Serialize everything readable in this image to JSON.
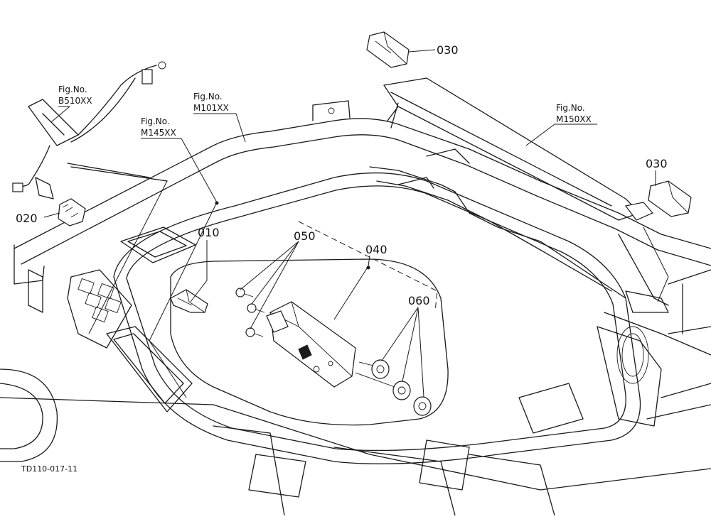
{
  "parts": {
    "p010": "010",
    "p020": "020",
    "p030a": "030",
    "p030b": "030",
    "p040": "040",
    "p050": "050",
    "p060": "060"
  },
  "figure_refs": {
    "b510": {
      "caption": "Fig.No.",
      "number": "B510XX"
    },
    "m101": {
      "caption": "Fig.No.",
      "number": "M101XX"
    },
    "m145": {
      "caption": "Fig.No.",
      "number": "M145XX"
    },
    "m150": {
      "caption": "Fig.No.",
      "number": "M150XX"
    }
  },
  "drawing_id": "TD110-017-11"
}
